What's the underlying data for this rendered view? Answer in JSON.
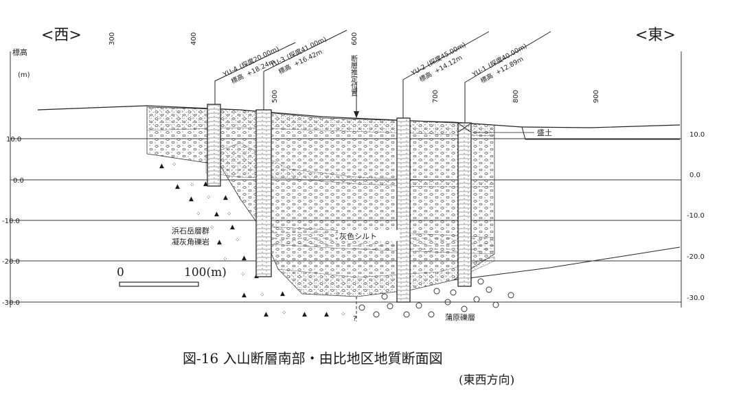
{
  "header": {
    "west": "<西>",
    "east": "<東>"
  },
  "axis": {
    "title": "標高",
    "unit": "(m)",
    "left_ticks": [
      "10.0",
      "0.0",
      "-10.0",
      "-20.0",
      "-30.0"
    ],
    "right_ticks": [
      "10.0",
      "0.0",
      "-10.0",
      "-20.0",
      "-30.0"
    ],
    "distance_ticks": [
      "300",
      "400",
      "500",
      "600",
      "700",
      "800",
      "900"
    ]
  },
  "boreholes": [
    {
      "name": "YU-4",
      "depth": "(探度20.00m)",
      "elev_label": "標高",
      "elev": "+18.24m"
    },
    {
      "name": "YU-3",
      "depth": "(探度41.00m)",
      "elev_label": "標高",
      "elev": "+16.42m"
    },
    {
      "name": "YU-2",
      "depth": "(探度45.00m)",
      "elev_label": "標高",
      "elev": "+14.12m"
    },
    {
      "name": "YU-1",
      "depth": "(探度40.00m)",
      "elev_label": "標高",
      "elev": "+12.89m"
    }
  ],
  "labels": {
    "fault_position": "断層推定位置",
    "fill": "盛土",
    "silt": "灰色シルト",
    "hamaishi_1": "浜石岳層群",
    "hamaishi_2": "凝灰角礫岩",
    "kanbara": "蒲原礫層",
    "question": "?"
  },
  "scale_bar": {
    "start": "0",
    "end": "100(m)"
  },
  "caption": {
    "title": "図-16 入山断層南部・由比地区地質断面図",
    "subtitle": "(東西方向)"
  }
}
